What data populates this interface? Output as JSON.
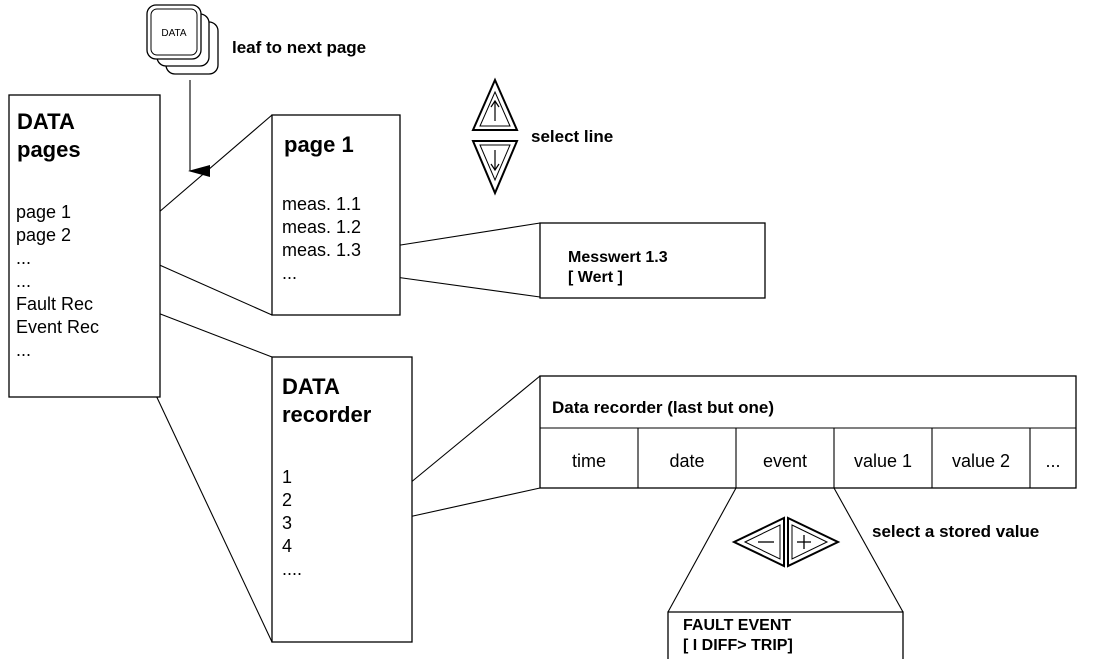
{
  "data_key": {
    "label": "DATA",
    "caption": "leaf to next page"
  },
  "nav_keys": {
    "caption": "select line"
  },
  "data_pages": {
    "title_line1": "DATA",
    "title_line2": "pages",
    "items": [
      "page 1",
      "page 2",
      "...",
      "...",
      "Fault Rec",
      "Event Rec",
      "..."
    ]
  },
  "page1": {
    "title": "page 1",
    "items": [
      "meas. 1.1",
      "meas. 1.2",
      "meas. 1.3",
      "..."
    ]
  },
  "messwert": {
    "line1": "Messwert 1.3",
    "line2": "[ Wert ]"
  },
  "recorder": {
    "title_line1": "DATA",
    "title_line2": "recorder",
    "items": [
      "1",
      "2",
      "3",
      "4",
      "...."
    ]
  },
  "recorder_table": {
    "title": "Data recorder (last but one)",
    "columns": [
      "time",
      "date",
      "event",
      "value 1",
      "value 2",
      "..."
    ]
  },
  "value_keys": {
    "caption": "select a stored value"
  },
  "fault_event": {
    "line1": "FAULT EVENT",
    "line2": "[ I DIFF> TRIP]"
  },
  "colors": {
    "line": "#000000",
    "background": "#ffffff"
  }
}
